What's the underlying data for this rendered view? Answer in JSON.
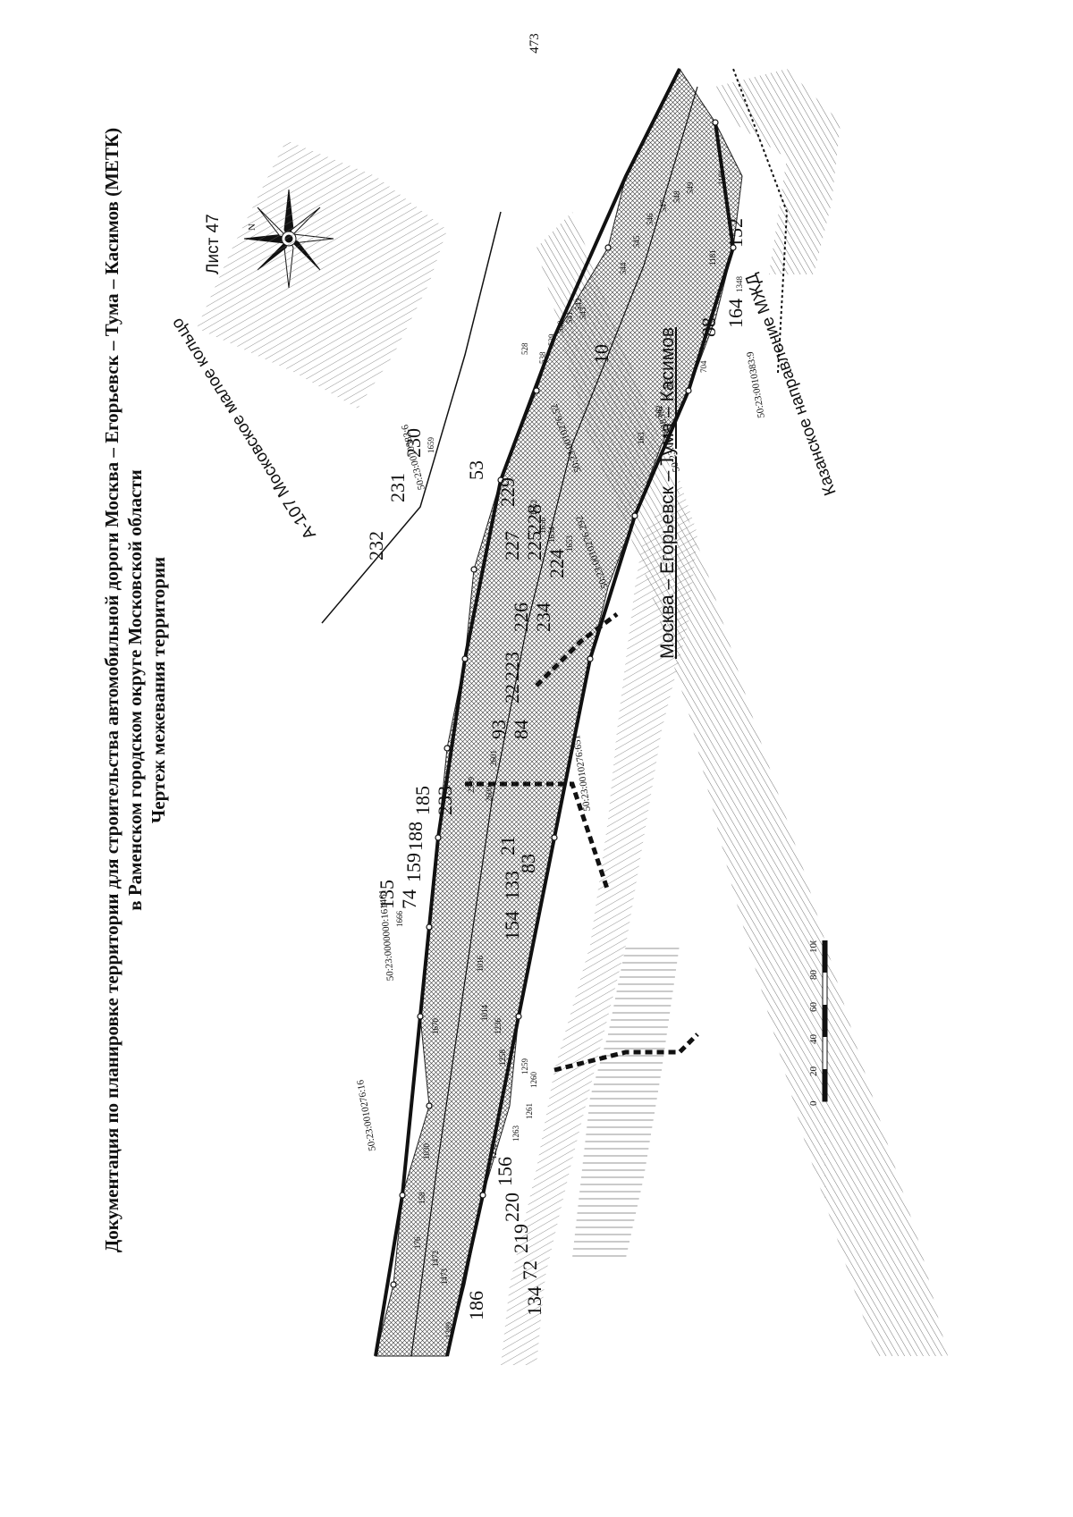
{
  "page_number": "473",
  "title": {
    "line1": "Документация по планировке территории для строительства автомобильной дороги Москва – Егорьевск – Тума – Касимов (МЕТК)",
    "line2": "в Раменском городском округе Московской области",
    "line3": "Чертеж межевания территории"
  },
  "sheet_label": "Лист 47",
  "compass_letter": "N",
  "road_labels": {
    "ring": "А-107 Московское малое кольцо",
    "route": "Москва – Егорьевск – Тума – Касимов",
    "railway": "Казанское направление МЖД"
  },
  "cadastral": [
    "50:23:0010276:16",
    "50:23:0000000:161461",
    "50:23:0010276:651",
    "50:23:0010276:292",
    "50:23:0010276:52",
    "50:23:0010383:6",
    "50:23:0010383:9",
    "50:23:0010383:6"
  ],
  "plot_numbers_large": [
    "186",
    "134",
    "72",
    "219",
    "220",
    "156",
    "135",
    "74",
    "159",
    "188",
    "185",
    "233",
    "154",
    "133",
    "21",
    "83",
    "93",
    "84",
    "22",
    "223",
    "226",
    "234",
    "224",
    "225",
    "227",
    "228",
    "229",
    "53",
    "232",
    "231",
    "230",
    "10",
    "88",
    "164",
    "152"
  ],
  "point_numbers_small": [
    "1389",
    "1473",
    "1472",
    "176",
    "158",
    "1030",
    "1670",
    "1666",
    "1016",
    "1014",
    "1236",
    "1258",
    "1259",
    "1260",
    "1261",
    "1263",
    "1292",
    "2599",
    "2600",
    "2601",
    "1653",
    "1654",
    "1656",
    "1652",
    "1659",
    "543",
    "544",
    "545",
    "546",
    "547",
    "548",
    "549",
    "1186",
    "1181",
    "1348",
    "704",
    "705",
    "562",
    "163",
    "528",
    "538",
    "539",
    "540",
    "541",
    "542"
  ],
  "scale": {
    "ticks": [
      "0",
      "20",
      "40",
      "60",
      "80",
      "100 м"
    ]
  },
  "colors": {
    "ink": "#111111",
    "hatch": "#555555",
    "dense": "#222222",
    "paper": "#ffffff"
  }
}
